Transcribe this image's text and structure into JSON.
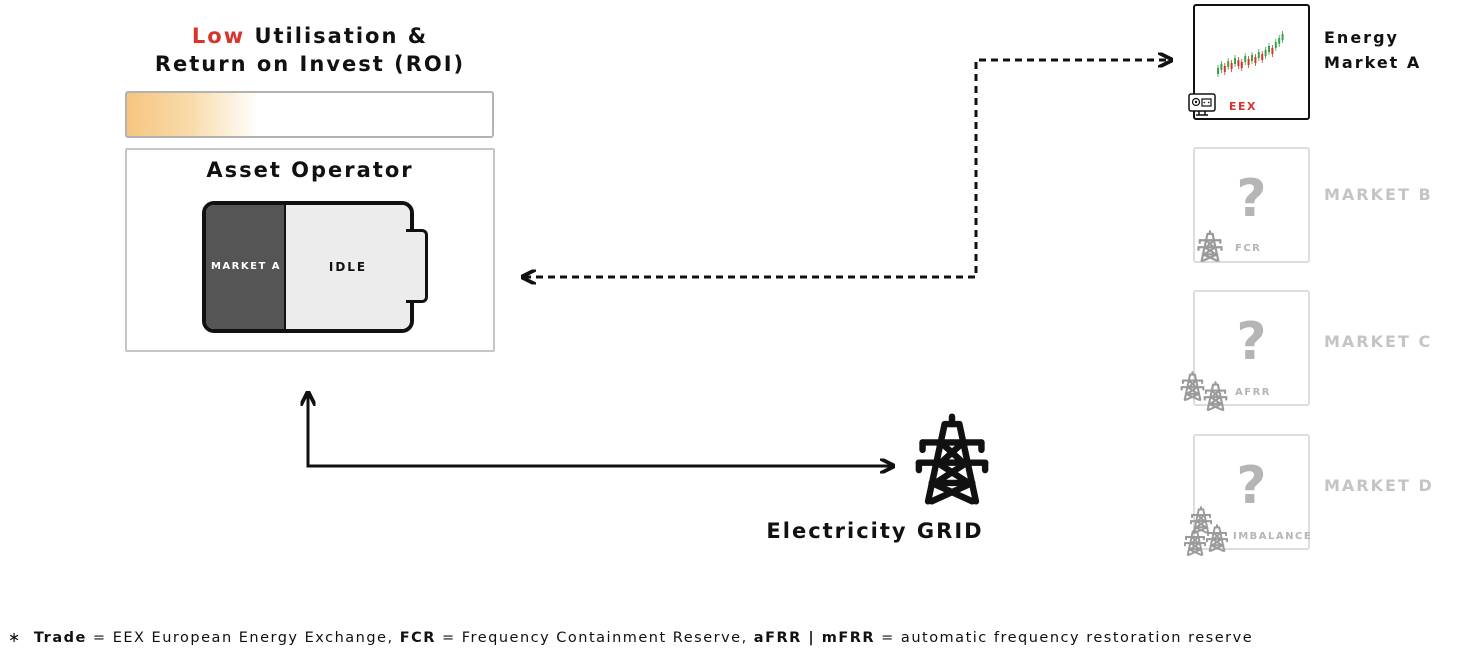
{
  "roi": {
    "title_highlight": "Low",
    "title_rest": "Utilisation &",
    "title_line2": "Return on Invest (ROI)"
  },
  "operator": {
    "title": "Asset Operator",
    "battery_segment_market": "MARKET A",
    "battery_segment_idle": "IDLE"
  },
  "grid": {
    "label": "Electricity GRID"
  },
  "markets": [
    {
      "name_line1": "Energy",
      "name_line2": "Market A",
      "tag": "EEX",
      "placeholder": "",
      "icon": "stock-chart-icon"
    },
    {
      "name_line1": "MARKET B",
      "name_line2": "",
      "tag": "FCR",
      "placeholder": "?",
      "icon": "power-tower-icon"
    },
    {
      "name_line1": "MARKET C",
      "name_line2": "",
      "tag": "AFRR",
      "placeholder": "?",
      "icon": "power-tower-icon"
    },
    {
      "name_line1": "MARKET D",
      "name_line2": "",
      "tag": "IMBALANCE",
      "placeholder": "?",
      "icon": "power-tower-icon"
    }
  ],
  "footnote": {
    "star": "∗",
    "t1_bold": "Trade",
    "t1_text": " = EEX European Energy Exchange, ",
    "t2_bold": "FCR",
    "t2_text": " = Frequency Containment Reserve, ",
    "t3_bold": "aFRR | mFRR",
    "t3_text": " = automatic frequency restoration reserve"
  },
  "colors": {
    "highlight_red": "#d9342b",
    "roi_fill": "#f6c57f",
    "battery_dark": "#555555",
    "battery_idle": "#ececec",
    "inactive_grey": "#b5b5b5",
    "chart_green": "#3aa34a",
    "chart_red": "#d9342b"
  }
}
